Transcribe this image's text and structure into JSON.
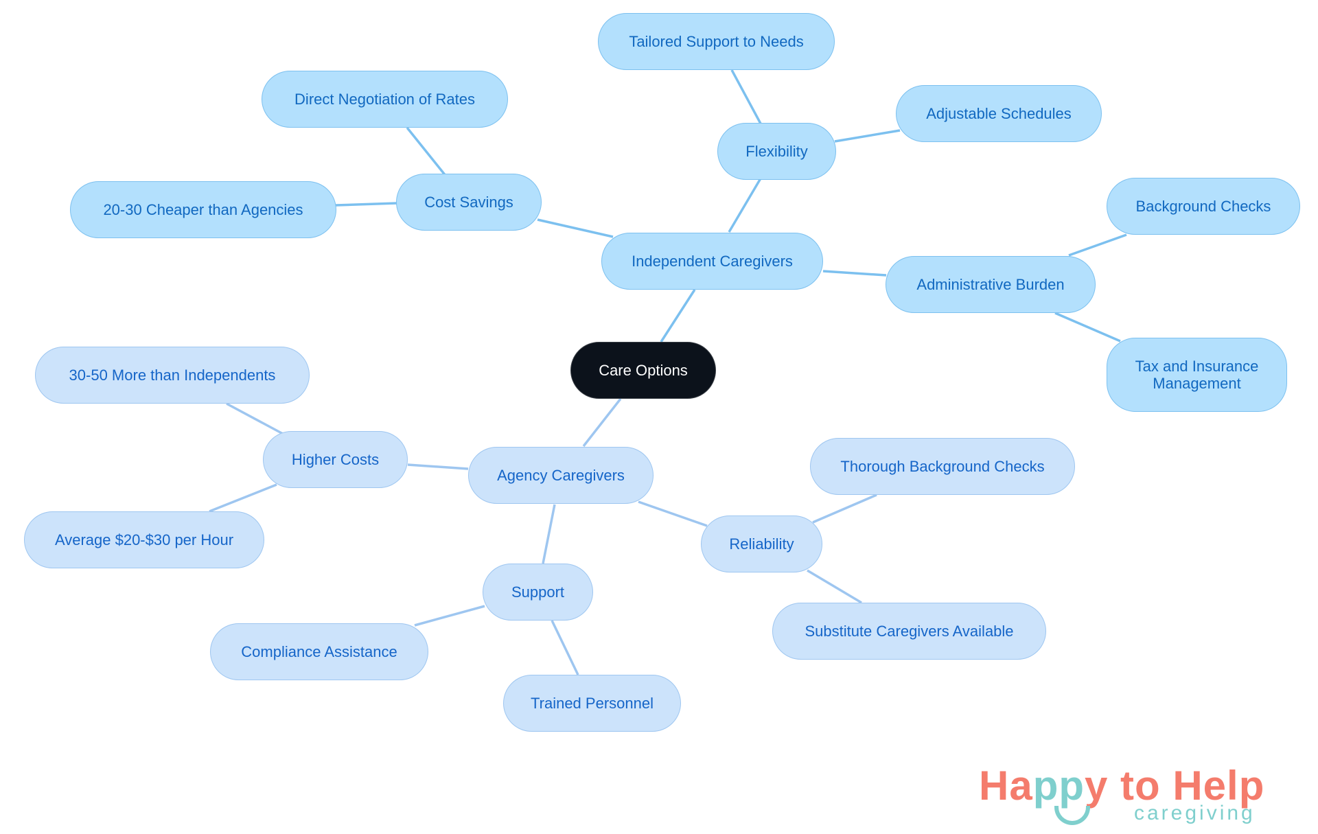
{
  "diagram": {
    "type": "mindmap",
    "root": {
      "label": "Care Options"
    },
    "branches": [
      {
        "label": "Independent Caregivers",
        "children": [
          {
            "label": "Cost Savings",
            "children": [
              "Direct Negotiation of Rates",
              "20-30 Cheaper than Agencies"
            ]
          },
          {
            "label": "Flexibility",
            "children": [
              "Tailored Support to Needs",
              "Adjustable Schedules"
            ]
          },
          {
            "label": "Administrative Burden",
            "children": [
              "Background Checks",
              "Tax and Insurance Management"
            ]
          }
        ]
      },
      {
        "label": "Agency Caregivers",
        "children": [
          {
            "label": "Higher Costs",
            "children": [
              "30-50 More than Independents",
              "Average $20-$30 per Hour"
            ]
          },
          {
            "label": "Support",
            "children": [
              "Compliance Assistance",
              "Trained Personnel"
            ]
          },
          {
            "label": "Reliability",
            "children": [
              "Thorough Background Checks",
              "Substitute Caregivers Available"
            ]
          }
        ]
      }
    ]
  },
  "nodes": {
    "root": "Care Options",
    "independent": "Independent Caregivers",
    "cost_savings": "Cost Savings",
    "direct_negotiation": "Direct Negotiation of Rates",
    "cheaper": "20-30 Cheaper than Agencies",
    "flexibility": "Flexibility",
    "tailored": "Tailored Support to Needs",
    "adjustable": "Adjustable Schedules",
    "admin": "Administrative Burden",
    "background": "Background Checks",
    "tax": "Tax and Insurance Management",
    "agency": "Agency Caregivers",
    "higher_costs": "Higher Costs",
    "more_than": "30-50 More than Independents",
    "average": "Average $20-$30 per Hour",
    "support": "Support",
    "compliance": "Compliance Assistance",
    "trained": "Trained Personnel",
    "reliability": "Reliability",
    "thorough": "Thorough Background Checks",
    "substitute": "Substitute Caregivers Available"
  },
  "logo": {
    "part1": "Ha",
    "part2": "pp",
    "part3": "y to Help",
    "tagline": "caregiving"
  },
  "colors": {
    "root_fill": "#0c121b",
    "independent_fill": "#b3e0fd",
    "independent_stroke": "#7cc0ef",
    "agency_fill": "#cce3fb",
    "agency_stroke": "#9ec6f0",
    "text_blue": "#1568c4",
    "logo_coral": "#f47c6c",
    "logo_teal": "#7fcfcd"
  }
}
